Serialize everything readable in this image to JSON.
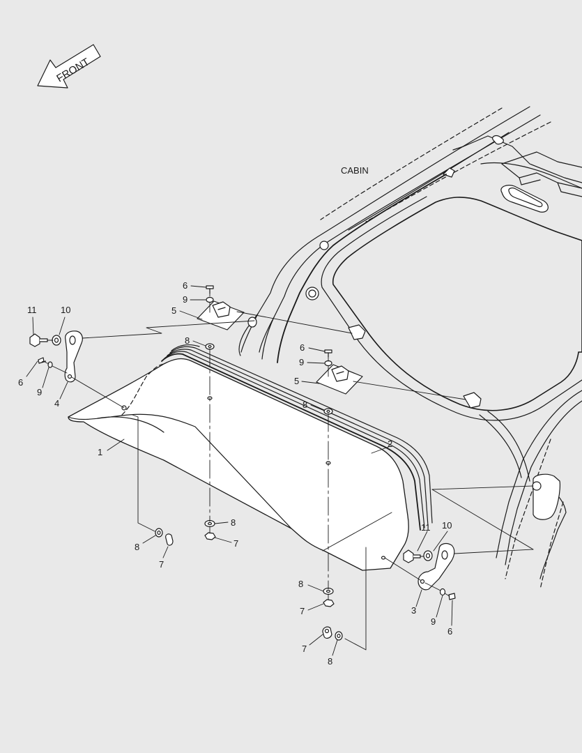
{
  "orientation_arrow": {
    "text": "FRONT",
    "icon": "front-arrow-icon"
  },
  "labels": {
    "cabin": "CABIN"
  },
  "callouts": {
    "p1": "1",
    "p2": "2",
    "p3": "3",
    "p4": "4",
    "p5_left": "5",
    "p5_right": "5",
    "p6_top_left": "6",
    "p6_top_right": "6",
    "p6_left": "6",
    "p6_right": "6",
    "p7_left": "7",
    "p7_mid_left": "7",
    "p7_mid_right": "7",
    "p7_bottom": "7",
    "p8_left_upper": "8",
    "p8_right_upper": "8",
    "p8_left_lower": "8",
    "p8_mid_lower": "8",
    "p8_right_lower": "8",
    "p8_bottom": "8",
    "p9_top_left": "9",
    "p9_top_right": "9",
    "p9_left": "9",
    "p9_right": "9",
    "p10_left": "10",
    "p10_right": "10",
    "p11_left": "11",
    "p11_right": "11"
  }
}
